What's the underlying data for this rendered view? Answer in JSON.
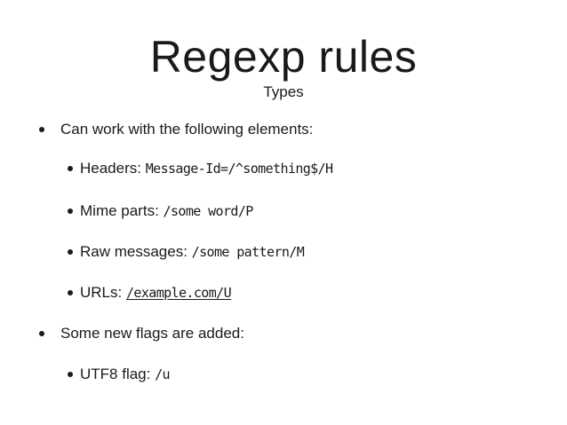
{
  "slide": {
    "title": "Regexp rules",
    "subtitle": "Types",
    "bullets": [
      {
        "label": "Can work with the following elements:",
        "children": [
          {
            "label": "Headers: ",
            "code": "Message-Id=/^something$/H"
          },
          {
            "label": "Mime parts: ",
            "code": "/some word/P"
          },
          {
            "label": "Raw messages: ",
            "code": "/some pattern/M"
          },
          {
            "label": "URLs: ",
            "code": "/example.com/U"
          }
        ]
      },
      {
        "label": "Some new flags are added:",
        "children": [
          {
            "label": "UTF8 flag: ",
            "code": "/u"
          }
        ]
      }
    ]
  }
}
